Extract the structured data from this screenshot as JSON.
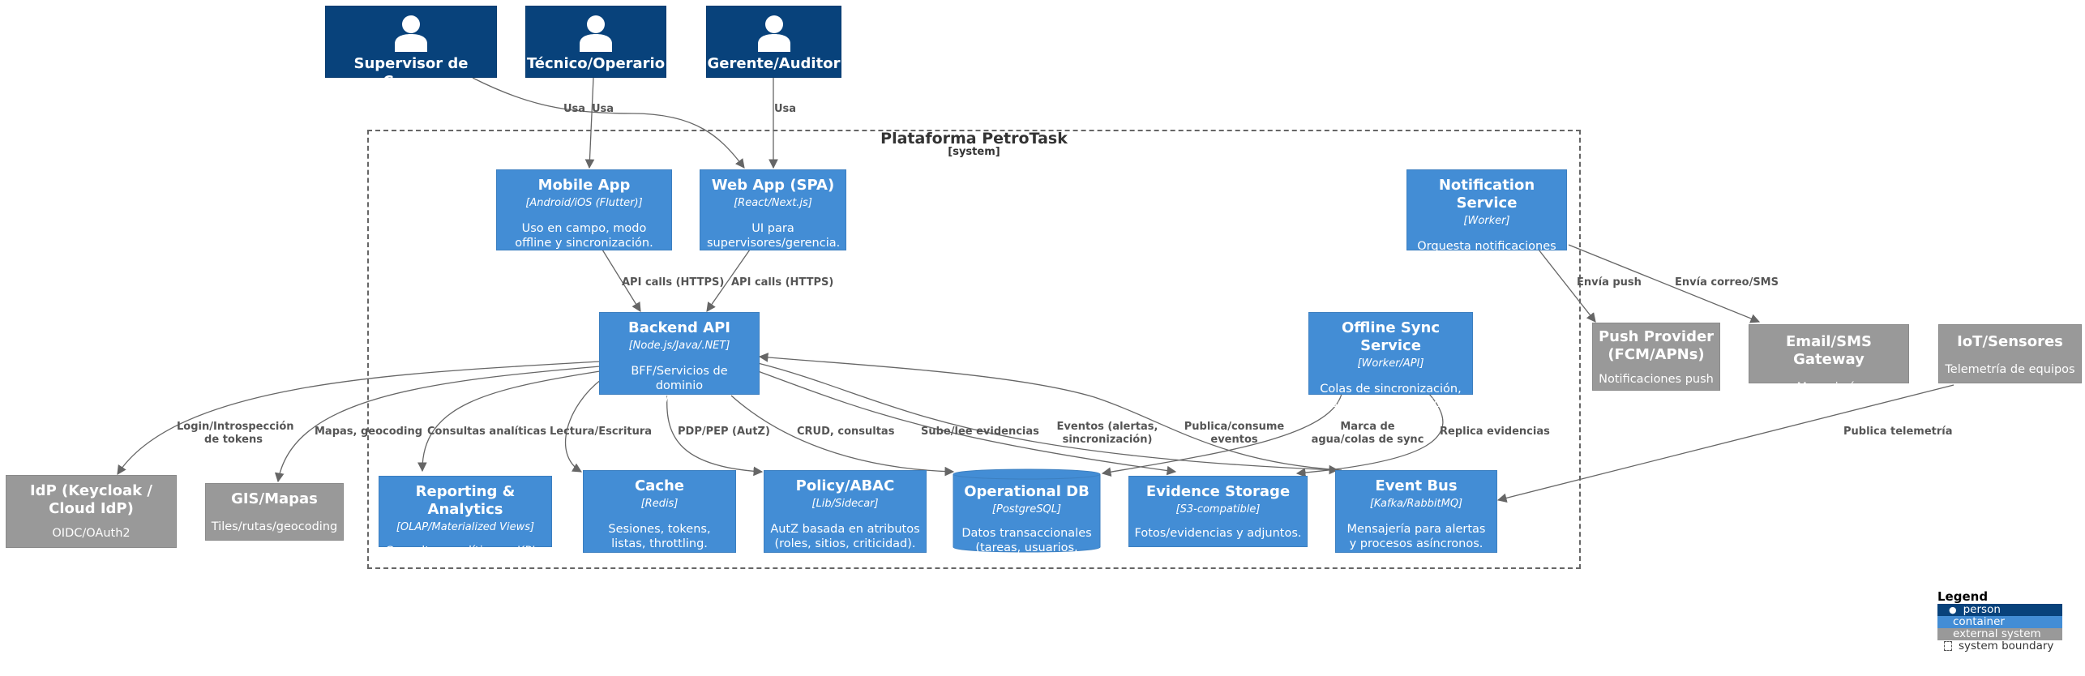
{
  "boundary": {
    "title": "Plataforma PetroTask",
    "type": "[system]"
  },
  "persons": {
    "supervisor": "Supervisor de Campo",
    "tecnico": "Técnico/Operario",
    "gerente": "Gerente/Auditor"
  },
  "containers": {
    "mobile": {
      "title": "Mobile App",
      "tech": "[Android/iOS (Flutter)]",
      "desc": "Uso en campo, modo offline y sincronización."
    },
    "webapp": {
      "title": "Web App (SPA)",
      "tech": "[React/Next.js]",
      "desc": "UI para supervisores/gerencia."
    },
    "notif": {
      "title": "Notification Service",
      "tech": "[Worker]",
      "desc": "Orquesta notificaciones (push/email/SMS)."
    },
    "backend": {
      "title": "Backend API",
      "tech": "[Node.js/Java/.NET]",
      "desc": "BFF/Servicios de dominio (REST/GraphQL)."
    },
    "offline": {
      "title": "Offline Sync Service",
      "tech": "[Worker/API]",
      "desc": "Colas de sincronización, resolución de conflictos."
    },
    "reporting": {
      "title": "Reporting & Analytics",
      "tech": "[OLAP/Materialized Views]",
      "desc": "Consultas analíticas y KPIs."
    },
    "cache": {
      "title": "Cache",
      "tech": "[Redis]",
      "desc": "Sesiones, tokens, listas, throttling."
    },
    "policy": {
      "title": "Policy/ABAC",
      "tech": "[Lib/Sidecar]",
      "desc": "AutZ basada en atributos (roles, sitios, criticidad)."
    },
    "opdb": {
      "title": "Operational DB",
      "tech": "[PostgreSQL]",
      "desc": "Datos transaccionales (tareas, usuarios, etc.)."
    },
    "evidence": {
      "title": "Evidence Storage",
      "tech": "[S3-compatible]",
      "desc": "Fotos/evidencias y adjuntos."
    },
    "eventbus": {
      "title": "Event Bus",
      "tech": "[Kafka/RabbitMQ]",
      "desc": "Mensajería para alertas y procesos asíncronos."
    }
  },
  "externals": {
    "push": {
      "title": "Push Provider (FCM/APNs)",
      "desc": "Notificaciones push"
    },
    "email": {
      "title": "Email/SMS Gateway",
      "desc": "Mensajería"
    },
    "iot": {
      "title": "IoT/Sensores",
      "desc": "Telemetría de equipos"
    },
    "idp": {
      "title": "IdP (Keycloak / Cloud IdP)",
      "desc": "OIDC/OAuth2"
    },
    "gis": {
      "title": "GIS/Mapas",
      "desc": "Tiles/rutas/geocoding"
    }
  },
  "edge_labels": {
    "sup_web": "Usa",
    "tec_mob": "Usa",
    "ger_web": "Usa",
    "mob_api": "API calls (HTTPS)",
    "web_api": "API calls (HTTPS)",
    "notif_push": "Envía push",
    "notif_email": "Envía correo/SMS",
    "api_idp": "Login/Introspección de tokens",
    "api_gis": "Mapas, geocoding",
    "api_rep": "Consultas analíticas",
    "api_cache": "Lectura/Escritura",
    "api_policy": "PDP/PEP (AutZ)",
    "api_db": "CRUD, consultas",
    "api_evid": "Sube/lee evidencias",
    "api_bus": "Eventos (alertas, sincronización)",
    "bus_api": "Publica/consume eventos",
    "sync_db": "Marca de agua/colas de sync",
    "sync_evid": "Replica evidencias",
    "iot_bus": "Publica telemetría"
  },
  "legend": {
    "title": "Legend",
    "person": "person",
    "container": "container",
    "external": "external system",
    "boundary": "system boundary"
  },
  "colors": {
    "person": "#08427b",
    "container": "#438dd5",
    "external": "#999999",
    "arrow": "#666666"
  }
}
